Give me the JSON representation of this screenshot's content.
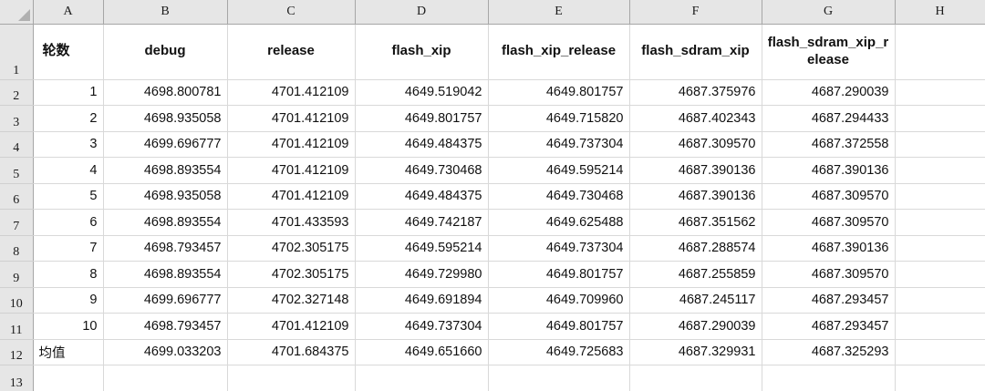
{
  "app": {
    "type": "spreadsheet",
    "select_all_icon": "select-all-triangle-icon"
  },
  "column_headers": [
    "A",
    "B",
    "C",
    "D",
    "E",
    "F",
    "G",
    "H"
  ],
  "row_numbers": [
    "1",
    "2",
    "3",
    "4",
    "5",
    "6",
    "7",
    "8",
    "9",
    "10",
    "11",
    "12",
    "13"
  ],
  "table": {
    "headers": [
      "轮数",
      "debug",
      "release",
      "flash_xip",
      "flash_xip_release",
      "flash_sdram_xip",
      "flash_sdram_xip_release"
    ],
    "rows": [
      {
        "round": "1",
        "debug": "4698.800781",
        "release": "4701.412109",
        "flash_xip": "4649.519042",
        "flash_xip_release": "4649.801757",
        "flash_sdram_xip": "4687.375976",
        "flash_sdram_xip_release": "4687.290039"
      },
      {
        "round": "2",
        "debug": "4698.935058",
        "release": "4701.412109",
        "flash_xip": "4649.801757",
        "flash_xip_release": "4649.715820",
        "flash_sdram_xip": "4687.402343",
        "flash_sdram_xip_release": "4687.294433"
      },
      {
        "round": "3",
        "debug": "4699.696777",
        "release": "4701.412109",
        "flash_xip": "4649.484375",
        "flash_xip_release": "4649.737304",
        "flash_sdram_xip": "4687.309570",
        "flash_sdram_xip_release": "4687.372558"
      },
      {
        "round": "4",
        "debug": "4698.893554",
        "release": "4701.412109",
        "flash_xip": "4649.730468",
        "flash_xip_release": "4649.595214",
        "flash_sdram_xip": "4687.390136",
        "flash_sdram_xip_release": "4687.390136"
      },
      {
        "round": "5",
        "debug": "4698.935058",
        "release": "4701.412109",
        "flash_xip": "4649.484375",
        "flash_xip_release": "4649.730468",
        "flash_sdram_xip": "4687.390136",
        "flash_sdram_xip_release": "4687.309570"
      },
      {
        "round": "6",
        "debug": "4698.893554",
        "release": "4701.433593",
        "flash_xip": "4649.742187",
        "flash_xip_release": "4649.625488",
        "flash_sdram_xip": "4687.351562",
        "flash_sdram_xip_release": "4687.309570"
      },
      {
        "round": "7",
        "debug": "4698.793457",
        "release": "4702.305175",
        "flash_xip": "4649.595214",
        "flash_xip_release": "4649.737304",
        "flash_sdram_xip": "4687.288574",
        "flash_sdram_xip_release": "4687.390136"
      },
      {
        "round": "8",
        "debug": "4698.893554",
        "release": "4702.305175",
        "flash_xip": "4649.729980",
        "flash_xip_release": "4649.801757",
        "flash_sdram_xip": "4687.255859",
        "flash_sdram_xip_release": "4687.309570"
      },
      {
        "round": "9",
        "debug": "4699.696777",
        "release": "4702.327148",
        "flash_xip": "4649.691894",
        "flash_xip_release": "4649.709960",
        "flash_sdram_xip": "4687.245117",
        "flash_sdram_xip_release": "4687.293457"
      },
      {
        "round": "10",
        "debug": "4698.793457",
        "release": "4701.412109",
        "flash_xip": "4649.737304",
        "flash_xip_release": "4649.801757",
        "flash_sdram_xip": "4687.290039",
        "flash_sdram_xip_release": "4687.293457"
      },
      {
        "round": "均值",
        "debug": "4699.033203",
        "release": "4701.684375",
        "flash_xip": "4649.651660",
        "flash_xip_release": "4649.725683",
        "flash_sdram_xip": "4687.329931",
        "flash_sdram_xip_release": "4687.325293"
      }
    ]
  },
  "colors": {
    "header_band": "#e6e6e6",
    "header_border": "#a6a6a6",
    "gridline": "#d9d9d9",
    "text": "#111111",
    "cell_background": "#ffffff"
  }
}
